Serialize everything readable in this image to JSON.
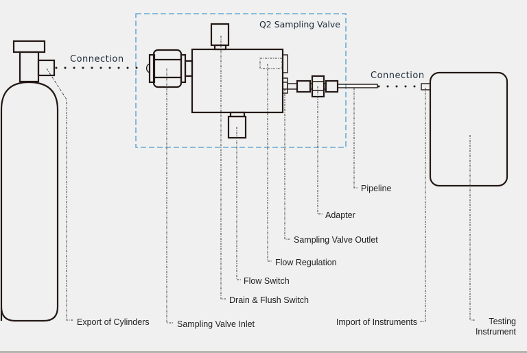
{
  "diagram": {
    "title": "Q2 Sampling Valve",
    "connections": {
      "left": "Connection",
      "right": "Connection"
    },
    "labels": {
      "export_of_cylinders": "Export of Cylinders",
      "sampling_valve_inlet": "Sampling Valve Inlet",
      "drain_flush_switch": "Drain & Flush Switch",
      "flow_switch": "Flow Switch",
      "flow_regulation": "Flow Regulation",
      "sampling_valve_outlet": "Sampling Valve Outlet",
      "adapter": "Adapter",
      "pipeline": "Pipeline",
      "import_of_instruments": "Import of Instruments",
      "testing_instrument_line1": "Testing",
      "testing_instrument_line2": "Instrument"
    },
    "colors": {
      "background": "#eff0ef",
      "outline": "#231815",
      "boundary": "#4a9bd1",
      "text": "#1e1e1e"
    }
  }
}
